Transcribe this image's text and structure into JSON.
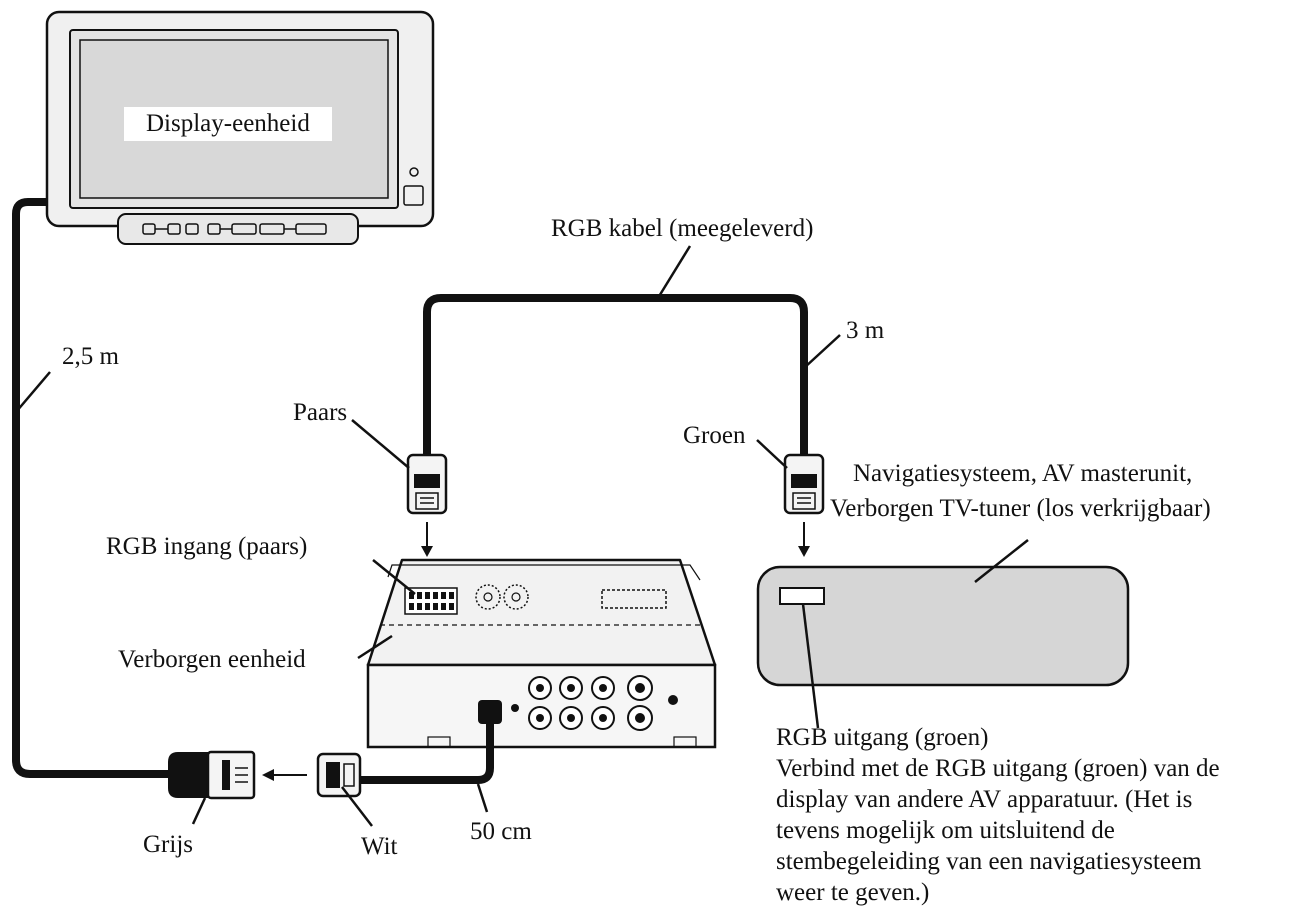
{
  "labels": {
    "display_unit": "Display-eenheid",
    "rgb_cable": "RGB kabel (meegeleverd)",
    "length_display_cable": "2,5 m",
    "length_rgb_cable": "3 m",
    "length_short_cable": "50 cm",
    "purple": "Paars",
    "green": "Groen",
    "rgb_input": "RGB ingang (paars)",
    "hidden_unit": "Verborgen eenheid",
    "nav_system_line1": "Navigatiesysteem, AV masterunit,",
    "nav_system_line2": "Verborgen TV-tuner (los verkrijgbaar)",
    "grey": "Grijs",
    "white": "Wit",
    "rgb_output_title": "RGB uitgang (groen)",
    "rgb_output_note": [
      "Verbind met de RGB uitgang (groen) van de",
      "display van andere AV apparatuur. (Het is",
      "tevens mogelijk om uitsluitend de",
      "stembegeleiding van een navigatiesysteem",
      "weer te geven.)"
    ]
  },
  "colors": {
    "line": "#111111",
    "device_fill": "#ececec",
    "screen_fill": "#dadada",
    "nav_fill": "#d8d8d8"
  }
}
